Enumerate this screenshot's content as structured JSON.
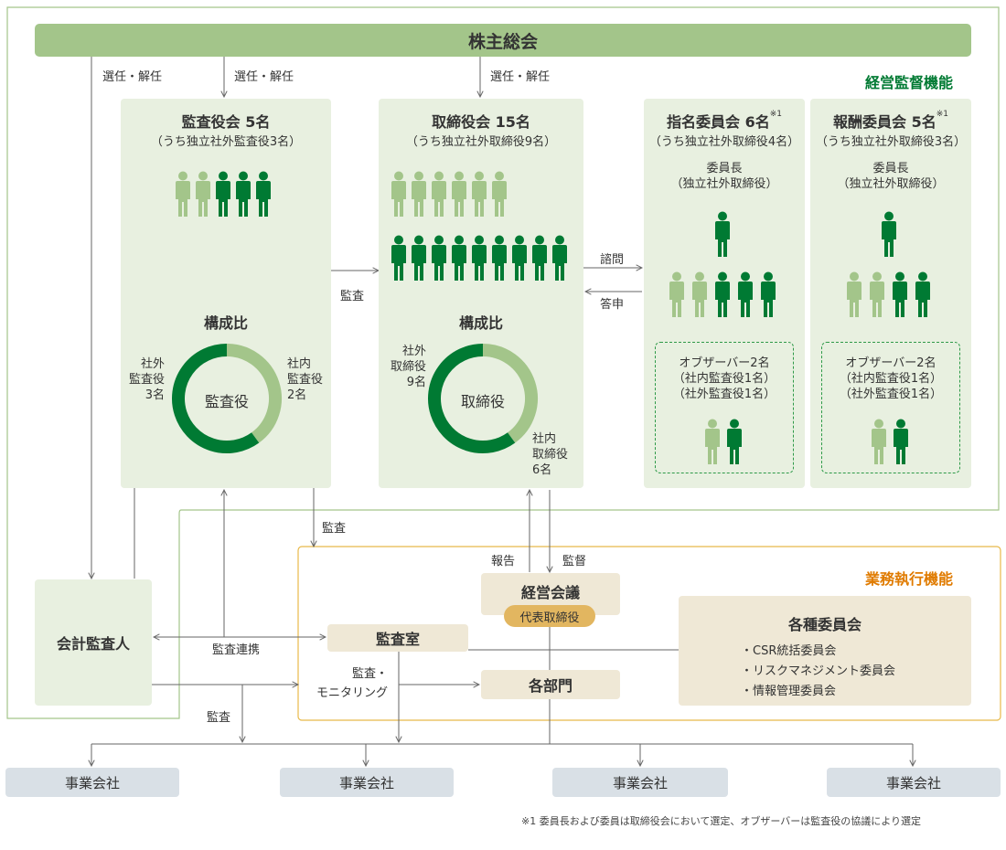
{
  "top": {
    "title": "株主総会"
  },
  "sections": {
    "supervision": "経営監督機能",
    "execution": "業務執行機能"
  },
  "arrows": {
    "elect1": "選任・解任",
    "elect2": "選任・解任",
    "elect3": "選任・解任",
    "audit_board": "監査",
    "audit_down": "監査",
    "audit_bottom": "監査",
    "consult": "諮問",
    "report_back": "答申",
    "report": "報告",
    "oversight": "監督",
    "audit_link": "監査連携",
    "monitor_l1": "監査・",
    "monitor_l2": "モニタリング"
  },
  "auditors": {
    "title": "監査役会 5名",
    "sub": "（うち独立社外監査役3名）",
    "ratio_title": "構成比",
    "donut_center": "監査役",
    "label_outside": [
      "社外",
      "監査役",
      "3名"
    ],
    "label_inside": [
      "社内",
      "監査役",
      "2名"
    ],
    "outside": 3,
    "inside": 2
  },
  "board": {
    "title": "取締役会 15名",
    "sub": "（うち独立社外取締役9名）",
    "ratio_title": "構成比",
    "donut_center": "取締役",
    "label_outside": [
      "社外",
      "取締役",
      "9名"
    ],
    "label_inside": [
      "社内",
      "取締役",
      "6名"
    ],
    "outside": 9,
    "inside": 6
  },
  "nomination": {
    "title": "指名委員会 6名",
    "note": "※1",
    "sub": "（うち独立社外取締役4名）",
    "chair": [
      "委員長",
      "（独立社外取締役）"
    ],
    "observer": [
      "オブザーバー2名",
      "（社内監査役1名）",
      "（社外監査役1名）"
    ]
  },
  "remuneration": {
    "title": "報酬委員会 5名",
    "note": "※1",
    "sub": "（うち独立社外取締役3名）",
    "chair": [
      "委員長",
      "（独立社外取締役）"
    ],
    "observer": [
      "オブザーバー2名",
      "（社内監査役1名）",
      "（社外監査役1名）"
    ]
  },
  "accounting_auditor": "会計監査人",
  "management_meeting": {
    "title": "経営会議",
    "badge": "代表取締役"
  },
  "audit_office": "監査室",
  "departments": "各部門",
  "committees": {
    "title": "各種委員会",
    "items": [
      "・CSR統括委員会",
      "・リスクマネジメント委員会",
      "・情報管理委員会"
    ]
  },
  "companies": [
    "事業会社",
    "事業会社",
    "事業会社",
    "事業会社"
  ],
  "footnote": "※1 委員長および委員は取締役会において選定、オブザーバーは監査役の協議により選定",
  "colors": {
    "dark_green": "#007a33",
    "light_green": "#a3c58a",
    "panel": "#e8f0e0",
    "beige": "#efe8d6",
    "accent_orange": "#e07b00"
  }
}
